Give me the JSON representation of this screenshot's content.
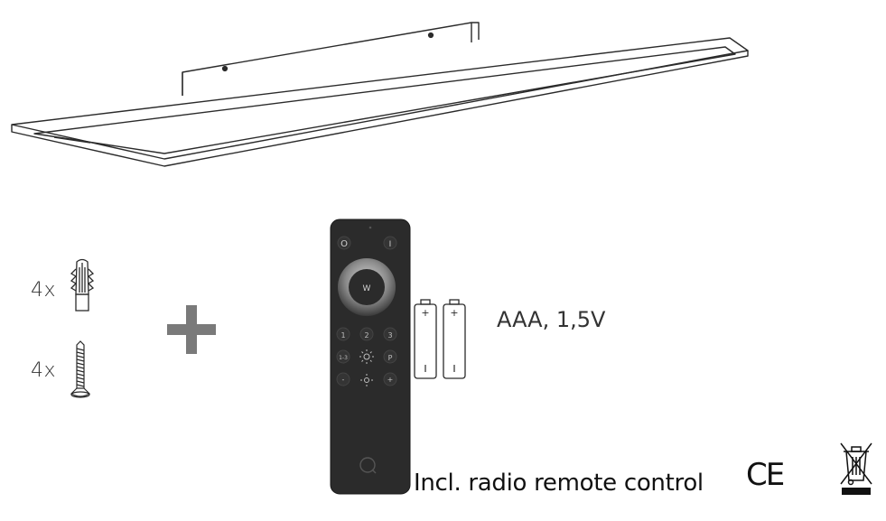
{
  "accessories": {
    "dowels_qty": "4x",
    "screws_qty": "4x"
  },
  "batteries": {
    "label": "AAA, 1,5V",
    "plus_symbol": "+",
    "minus_symbol": "-"
  },
  "remote": {
    "keys": {
      "power": "O",
      "on": "I",
      "wheel": "W",
      "row1": [
        "1",
        "2",
        "3"
      ],
      "row2": [
        "1-3",
        "P"
      ],
      "row3": [
        "-",
        "+"
      ]
    }
  },
  "caption": "Incl. radio remote control",
  "marks": {
    "ce": "CE"
  },
  "colors": {
    "line": "#2b2b2b",
    "remote_body": "#2b2b2b",
    "plus_sign": "#7a7a7a"
  },
  "icons": [
    "ceiling-panel-drawing",
    "wall-plug-icon",
    "screw-icon",
    "plus-icon",
    "remote-control",
    "battery-icon",
    "ce-mark",
    "weee-bin-icon"
  ]
}
